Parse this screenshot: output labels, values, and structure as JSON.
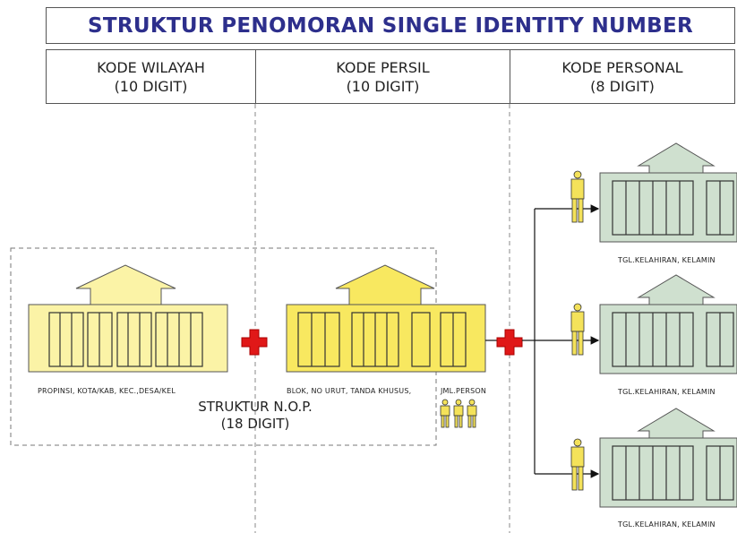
{
  "title": "STRUKTUR PENOMORAN SINGLE IDENTITY NUMBER",
  "columns": [
    {
      "name": "KODE WILAYAH",
      "digits": "(10 DIGIT)"
    },
    {
      "name": "KODE PERSIL",
      "digits": "(10 DIGIT)"
    },
    {
      "name": "KODE PERSONAL",
      "digits": "(8 DIGIT)"
    }
  ],
  "blocks": {
    "wilayah_caption": "PROPINSI, KOTA/KAB, KEC.,DESA/KEL",
    "persil_caption": "BLOK, NO URUT, TANDA KHUSUS,",
    "person_caption": "JML.PERSON",
    "personal_caption": "TGL.KELAHIRAN, KELAMIN"
  },
  "nop": {
    "name": "STRUKTUR N.O.P.",
    "digits": "(18 DIGIT)"
  },
  "colors": {
    "title": "#2d2f8c",
    "wilayah_fill": "#fbf3a6",
    "persil_fill": "#f8e860",
    "personal_fill": "#cfe0cf",
    "plus": "#e01818"
  }
}
